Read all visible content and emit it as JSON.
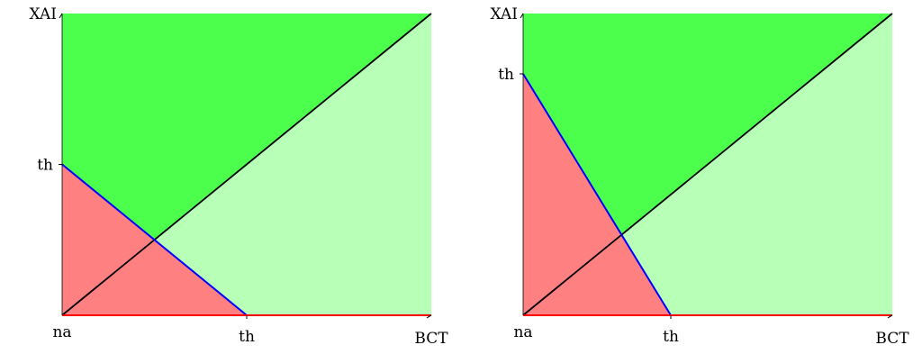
{
  "colors": {
    "dark_green": "#4dff4d",
    "light_green": "#b8ffb8",
    "red_region": "#ff8080",
    "threshold_line": "#0000ff",
    "axis_line": "#ff0000",
    "diagonal": "#000000"
  },
  "panels": [
    {
      "y_axis_label": "XAI",
      "y_tick_label": "th",
      "x_origin_label": "na",
      "x_tick_label": "th",
      "x_axis_label": "BCT",
      "threshold_intercept_x": 0.5,
      "threshold_intercept_y": 0.5
    },
    {
      "y_axis_label": "XAI",
      "y_tick_label": "th",
      "x_origin_label": "na",
      "x_tick_label": "th",
      "x_axis_label": "BCT",
      "threshold_intercept_x": 0.4,
      "threshold_intercept_y": 0.8
    }
  ]
}
